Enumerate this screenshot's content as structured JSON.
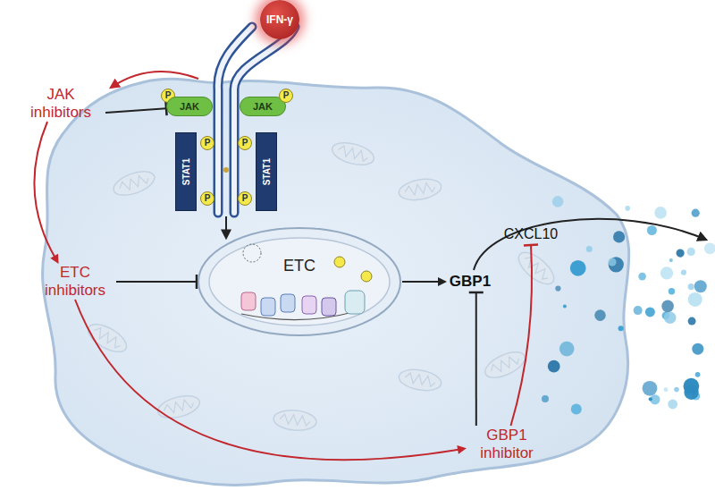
{
  "diagram": {
    "nodes": [
      {
        "text": [
          "IFN-γ"
        ]
      },
      {
        "text": [
          "P"
        ]
      },
      {
        "text": [
          "JAK"
        ]
      },
      {
        "text": [
          "JAK"
        ]
      },
      {
        "text": [
          "P"
        ]
      },
      {
        "text": [
          "STAT1"
        ]
      },
      {
        "text": [
          "P"
        ]
      },
      {
        "text": [
          "P"
        ]
      },
      {
        "text": [
          "STAT1"
        ]
      },
      {
        "text": [
          "P"
        ]
      },
      {
        "text": [
          "P"
        ]
      },
      {
        "text": [
          "JAK inhibitors"
        ]
      },
      {
        "text": [
          "ETC inhibitors"
        ]
      },
      {
        "text": [
          "ETC"
        ]
      },
      {
        "text": [
          "GBP1"
        ]
      },
      {
        "text": [
          "CXCL10"
        ]
      },
      {
        "text": [
          "GBP1 inhibitor"
        ]
      }
    ],
    "edges": [
      {
        "from": 11,
        "to": 2,
        "arrow": "to"
      },
      {
        "from": 11,
        "to": 12,
        "arrow": "to"
      },
      {
        "from": 12,
        "to": 13,
        "arrow": "to"
      },
      {
        "from": 13,
        "to": 14,
        "arrow": "to"
      },
      {
        "from": 16,
        "to": 14,
        "arrow": "to"
      },
      {
        "from": 16,
        "to": 15,
        "arrow": "to"
      },
      {
        "from": 12,
        "to": 16,
        "arrow": "to"
      }
    ]
  }
}
